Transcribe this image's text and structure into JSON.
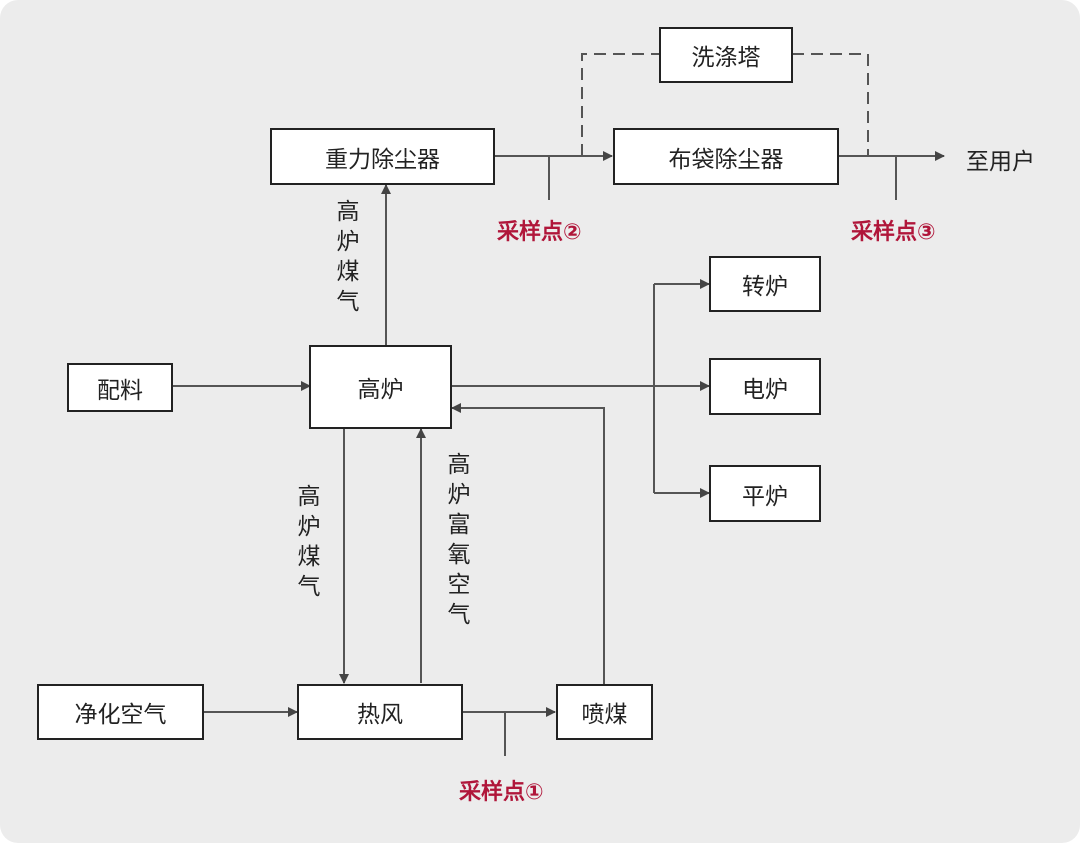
{
  "nodes": {
    "washer": "洗涤塔",
    "gravity_dust": "重力除尘器",
    "bag_dust": "布袋除尘器",
    "to_user": "至用户",
    "converter": "转炉",
    "electric_furnace": "电炉",
    "flat_furnace": "平炉",
    "batching": "配料",
    "blast_furnace": "高炉",
    "clean_air": "净化空气",
    "hot_air": "热风",
    "coal_injection": "喷煤"
  },
  "edge_labels": {
    "bf_gas_up": "高炉煤气",
    "bf_gas_down": "高炉煤气",
    "bf_oxygen_air": "高炉富氧空气"
  },
  "sampling_points": {
    "p1": "采样点①",
    "p2": "采样点②",
    "p3": "采样点③"
  },
  "colors": {
    "sampling_text": "#b0163a",
    "line": "#555555",
    "background": "#ececec"
  }
}
